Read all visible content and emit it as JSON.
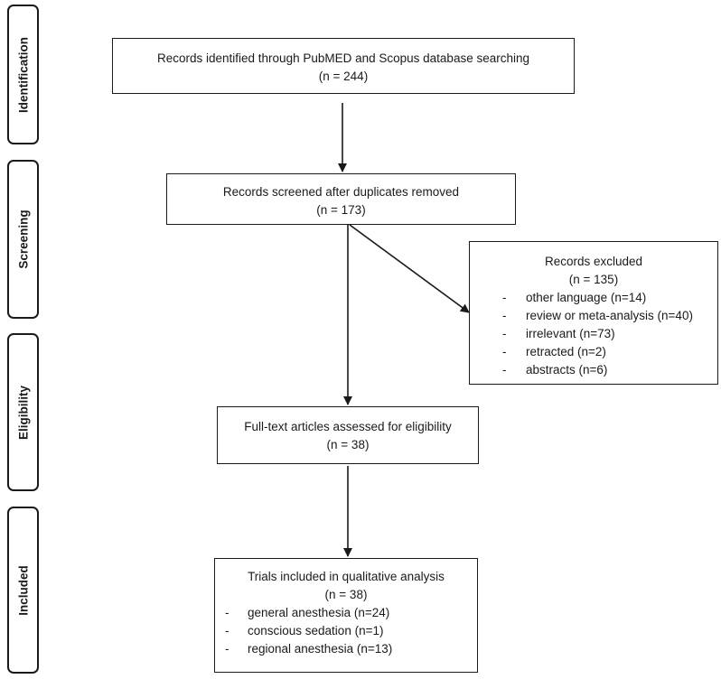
{
  "phases": {
    "identification": "Identification",
    "screening": "Screening",
    "eligibility": "Eligibility",
    "included": "Included"
  },
  "identified": {
    "text": "Records identified through PubMED and Scopus database searching",
    "count": "(n = 244)"
  },
  "screened": {
    "text": "Records screened after duplicates removed",
    "count": "(n = 173)"
  },
  "excluded": {
    "title": "Records excluded",
    "count": "(n = 135)",
    "items": [
      "other language (n=14)",
      "review or meta-analysis (n=40)",
      "irrelevant (n=73)",
      "retracted (n=2)",
      "abstracts (n=6)"
    ]
  },
  "fulltext": {
    "text": "Full-text articles assessed for eligibility",
    "count": "(n = 38)"
  },
  "included": {
    "title": "Trials included in qualitative analysis",
    "count": "(n = 38)",
    "items": [
      "general anesthesia (n=24)",
      "conscious sedation (n=1)",
      "regional anesthesia (n=13)"
    ]
  },
  "bullet": "-"
}
